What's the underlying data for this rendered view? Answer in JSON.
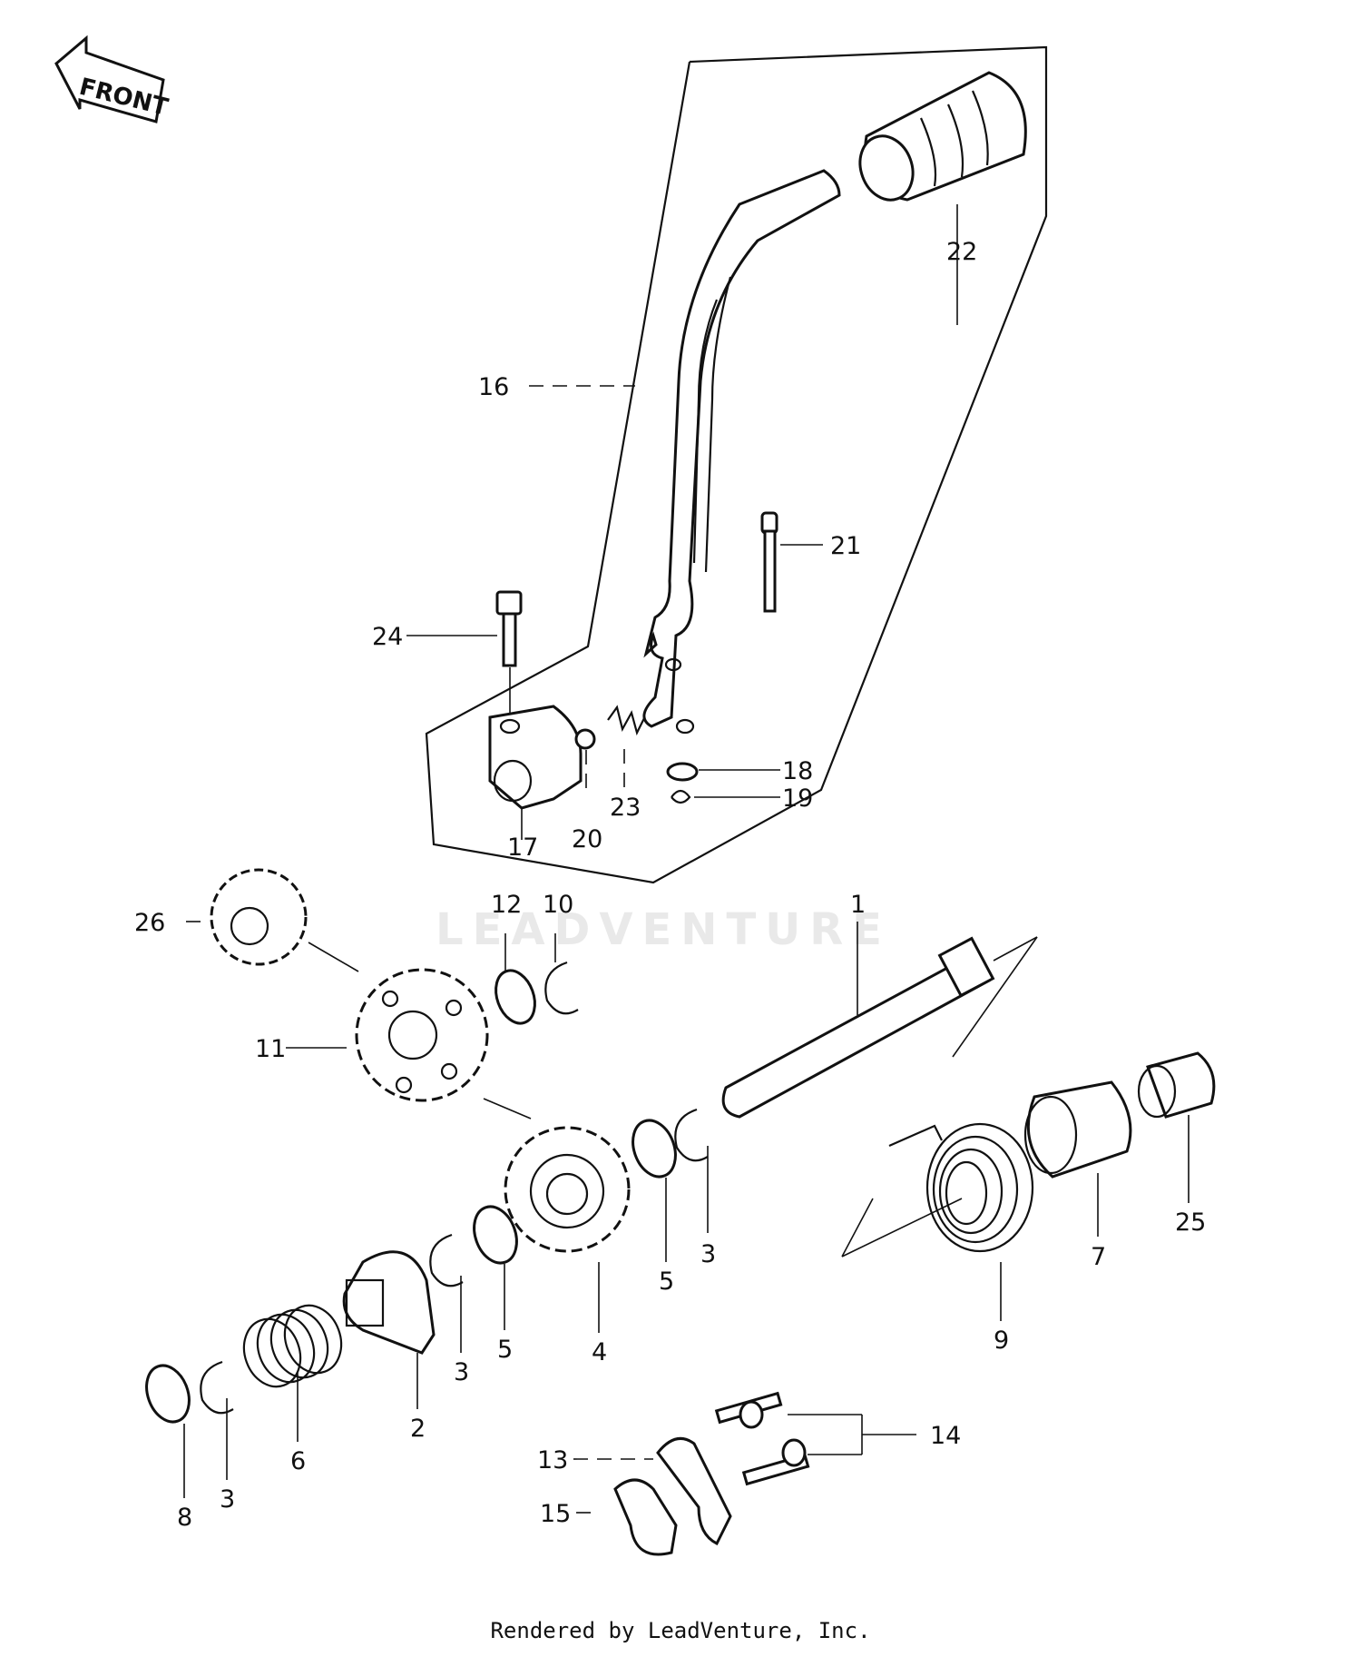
{
  "front_label": "FRONT",
  "watermark": "LEADVENTURE",
  "footer": "Rendered by LeadVenture, Inc.",
  "callouts": [
    {
      "id": "c1",
      "text": "1"
    },
    {
      "id": "c2",
      "text": "2"
    },
    {
      "id": "c3a",
      "text": "3"
    },
    {
      "id": "c3b",
      "text": "3"
    },
    {
      "id": "c3c",
      "text": "3"
    },
    {
      "id": "c4",
      "text": "4"
    },
    {
      "id": "c5a",
      "text": "5"
    },
    {
      "id": "c5b",
      "text": "5"
    },
    {
      "id": "c6",
      "text": "6"
    },
    {
      "id": "c7",
      "text": "7"
    },
    {
      "id": "c8",
      "text": "8"
    },
    {
      "id": "c9",
      "text": "9"
    },
    {
      "id": "c10",
      "text": "10"
    },
    {
      "id": "c11",
      "text": "11"
    },
    {
      "id": "c12",
      "text": "12"
    },
    {
      "id": "c13",
      "text": "13"
    },
    {
      "id": "c14",
      "text": "14"
    },
    {
      "id": "c15",
      "text": "15"
    },
    {
      "id": "c16",
      "text": "16"
    },
    {
      "id": "c17",
      "text": "17"
    },
    {
      "id": "c18",
      "text": "18"
    },
    {
      "id": "c19",
      "text": "19"
    },
    {
      "id": "c20",
      "text": "20"
    },
    {
      "id": "c21",
      "text": "21"
    },
    {
      "id": "c22",
      "text": "22"
    },
    {
      "id": "c23",
      "text": "23"
    },
    {
      "id": "c24",
      "text": "24"
    },
    {
      "id": "c25",
      "text": "25"
    },
    {
      "id": "c26",
      "text": "26"
    }
  ]
}
